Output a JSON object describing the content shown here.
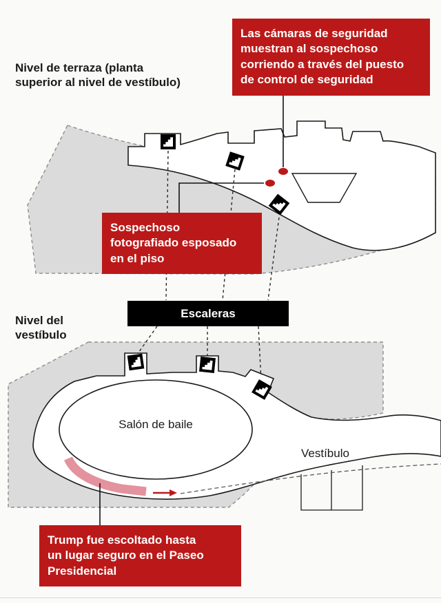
{
  "colors": {
    "red": "#bb1919",
    "pink": "#e3929e",
    "floor": "#ffffff",
    "floor_outline": "#1a1a1a",
    "shadow_fill": "#dbdbdb",
    "shadow_stroke": "#8c8c8c",
    "text": "#1a1a1a",
    "bar_bg": "#000000"
  },
  "levels": {
    "terrace": {
      "label_lines": [
        "Nivel de terraza (planta",
        "superior al nivel de vestíbulo)"
      ]
    },
    "lobby": {
      "label_lines": [
        "Nivel del",
        "vestíbulo"
      ]
    }
  },
  "stairs_bar": {
    "label": "Escaleras"
  },
  "rooms": {
    "ballroom": "Salón de baile",
    "lobby": "Vestíbulo"
  },
  "annotations": {
    "cameras": {
      "lines": [
        "Las cámaras de seguridad",
        "muestran al sospechoso",
        "corriendo a través del puesto",
        "de control de seguridad"
      ]
    },
    "suspect": {
      "lines": [
        "Sospechoso",
        "fotografiado esposado",
        "en el piso"
      ]
    },
    "trump": {
      "lines": [
        "Trump fue escoltado hasta",
        "un lugar seguro en el Paseo",
        "Presidencial"
      ]
    }
  },
  "icons": {
    "stairs": "stairs-icon",
    "route_arrow": "route-arrow-icon"
  }
}
